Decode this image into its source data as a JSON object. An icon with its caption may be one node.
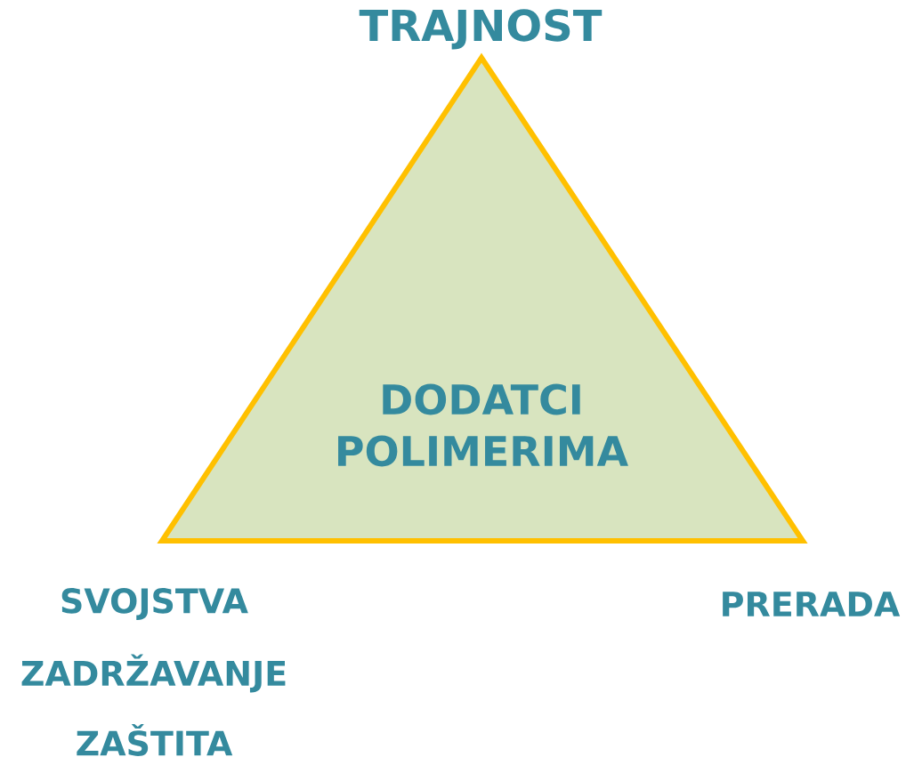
{
  "diagram": {
    "nodes": [
      {
        "text": [
          "DODATCI POLIMERIMA"
        ]
      }
    ],
    "labels": [
      "TRAJNOST",
      "SVOJSTVA",
      "ZADRŽAVANJE",
      "ZAŠTITA",
      "PRERADA"
    ]
  }
}
